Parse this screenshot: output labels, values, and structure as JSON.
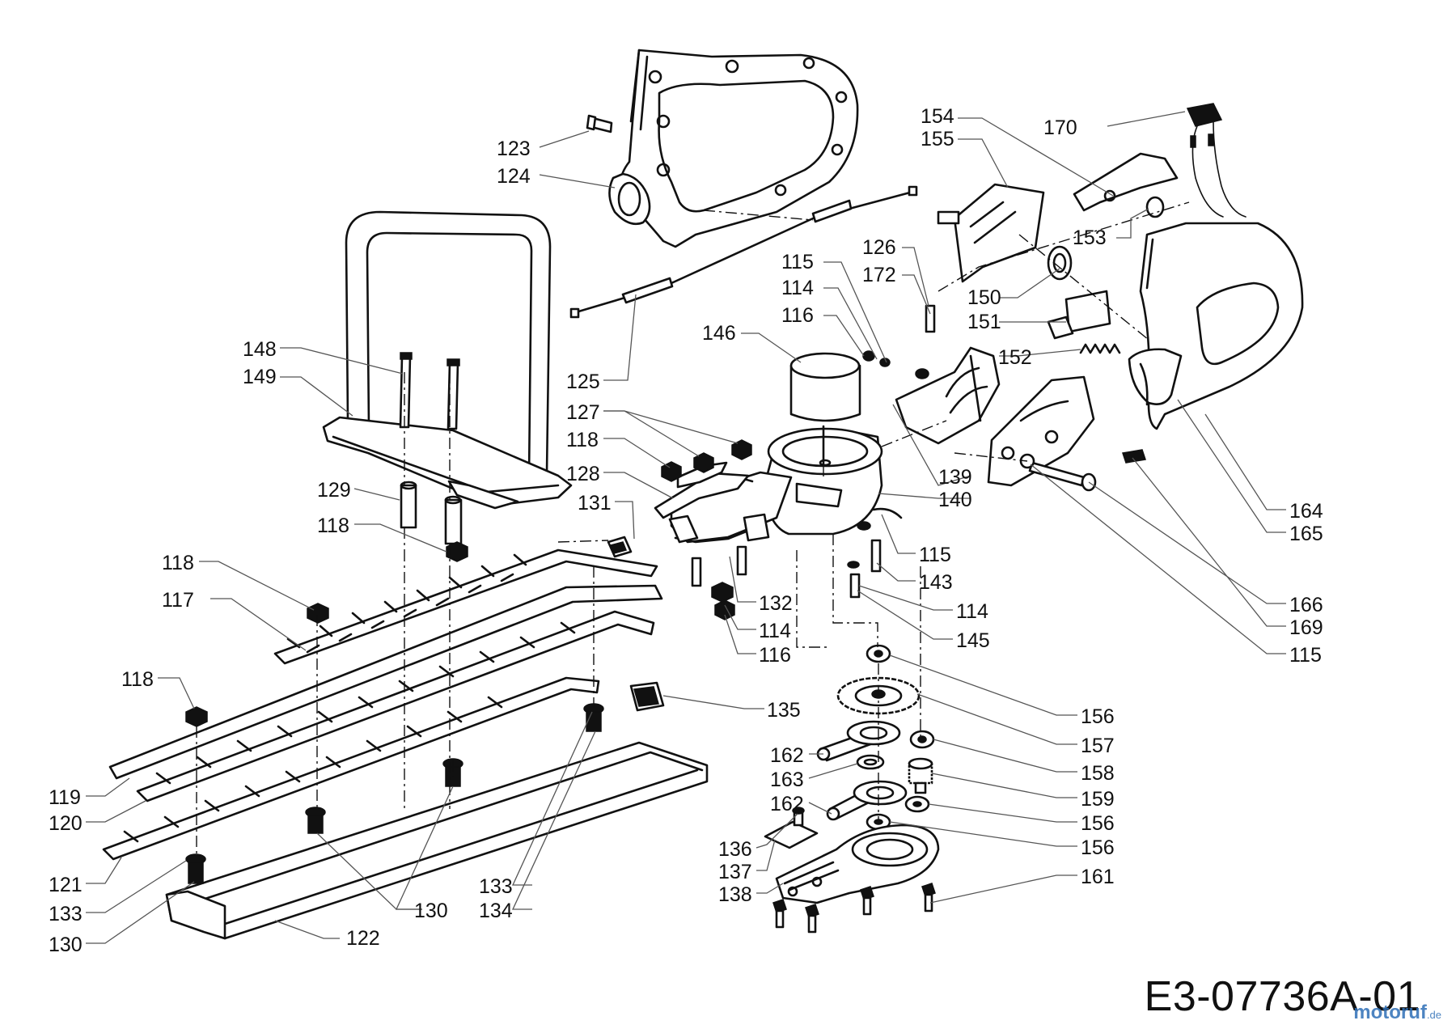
{
  "diagram": {
    "code": "E3-07736A-01",
    "watermark": {
      "text": "motoruf",
      "suffix": ".de"
    },
    "labels": [
      {
        "id": "l1",
        "text": "123"
      },
      {
        "id": "l2",
        "text": "124"
      },
      {
        "id": "l3",
        "text": "154"
      },
      {
        "id": "l4",
        "text": "155"
      },
      {
        "id": "l5",
        "text": "170"
      },
      {
        "id": "l6",
        "text": "153"
      },
      {
        "id": "l7",
        "text": "126"
      },
      {
        "id": "l8",
        "text": "172"
      },
      {
        "id": "l9",
        "text": "115"
      },
      {
        "id": "l10",
        "text": "114"
      },
      {
        "id": "l11",
        "text": "116"
      },
      {
        "id": "l12",
        "text": "146"
      },
      {
        "id": "l13",
        "text": "150"
      },
      {
        "id": "l14",
        "text": "151"
      },
      {
        "id": "l15",
        "text": "152"
      },
      {
        "id": "l16",
        "text": "148"
      },
      {
        "id": "l17",
        "text": "149"
      },
      {
        "id": "l18",
        "text": "125"
      },
      {
        "id": "l19",
        "text": "127"
      },
      {
        "id": "l20",
        "text": "118"
      },
      {
        "id": "l21",
        "text": "128"
      },
      {
        "id": "l22",
        "text": "129"
      },
      {
        "id": "l23",
        "text": "131"
      },
      {
        "id": "l24",
        "text": "139"
      },
      {
        "id": "l25",
        "text": "140"
      },
      {
        "id": "l26",
        "text": "164"
      },
      {
        "id": "l27",
        "text": "165"
      },
      {
        "id": "l28",
        "text": "118"
      },
      {
        "id": "l29",
        "text": "118"
      },
      {
        "id": "l30",
        "text": "115"
      },
      {
        "id": "l31",
        "text": "143"
      },
      {
        "id": "l32",
        "text": "117"
      },
      {
        "id": "l33",
        "text": "132"
      },
      {
        "id": "l34",
        "text": "114"
      },
      {
        "id": "l35",
        "text": "114"
      },
      {
        "id": "l36",
        "text": "166"
      },
      {
        "id": "l37",
        "text": "169"
      },
      {
        "id": "l38",
        "text": "145"
      },
      {
        "id": "l39",
        "text": "116"
      },
      {
        "id": "l40",
        "text": "115"
      },
      {
        "id": "l41",
        "text": "118"
      },
      {
        "id": "l42",
        "text": "135"
      },
      {
        "id": "l43",
        "text": "156"
      },
      {
        "id": "l44",
        "text": "157"
      },
      {
        "id": "l45",
        "text": "162"
      },
      {
        "id": "l46",
        "text": "158"
      },
      {
        "id": "l47",
        "text": "163"
      },
      {
        "id": "l48",
        "text": "159"
      },
      {
        "id": "l49",
        "text": "119"
      },
      {
        "id": "l50",
        "text": "162"
      },
      {
        "id": "l51",
        "text": "156"
      },
      {
        "id": "l52",
        "text": "120"
      },
      {
        "id": "l53",
        "text": "136"
      },
      {
        "id": "l54",
        "text": "156"
      },
      {
        "id": "l55",
        "text": "137"
      },
      {
        "id": "l56",
        "text": "161"
      },
      {
        "id": "l57",
        "text": "121"
      },
      {
        "id": "l58",
        "text": "133"
      },
      {
        "id": "l59",
        "text": "138"
      },
      {
        "id": "l60",
        "text": "133"
      },
      {
        "id": "l61",
        "text": "130"
      },
      {
        "id": "l62",
        "text": "134"
      },
      {
        "id": "l63",
        "text": "130"
      },
      {
        "id": "l64",
        "text": "122"
      }
    ]
  }
}
